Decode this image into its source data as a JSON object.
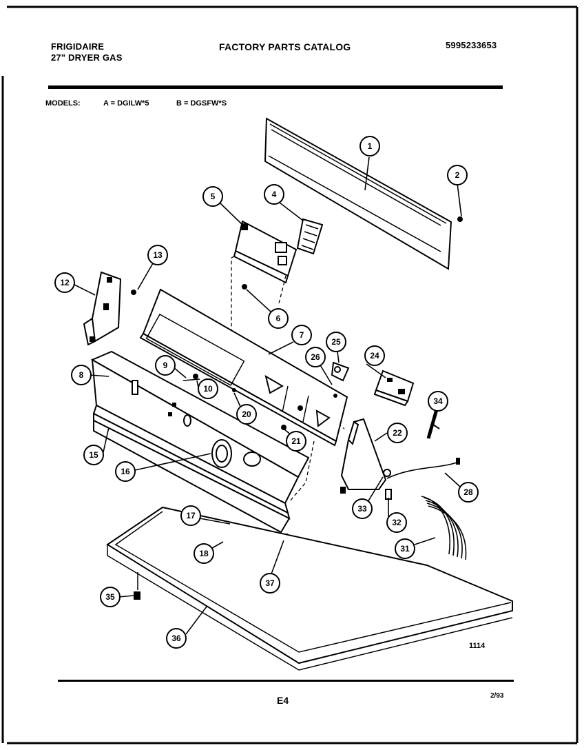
{
  "header": {
    "brand": "FRIGIDAIRE",
    "model_line": "27\" DRYER GAS",
    "catalog_title": "FACTORY PARTS CATALOG",
    "catalog_number": "5995233653"
  },
  "models": {
    "label": "MODELS:",
    "a": "A = DGILW*5",
    "b": "B = DGSFW*S"
  },
  "diagram": {
    "callouts": [
      "1",
      "2",
      "4",
      "5",
      "6",
      "7",
      "8",
      "9",
      "10",
      "12",
      "13",
      "15",
      "16",
      "17",
      "18",
      "20",
      "21",
      "22",
      "24",
      "25",
      "26",
      "28",
      "31",
      "32",
      "33",
      "34",
      "35",
      "36",
      "37"
    ],
    "figure_number": "1114"
  },
  "footer": {
    "page_code": "E4",
    "date": "2/93"
  }
}
